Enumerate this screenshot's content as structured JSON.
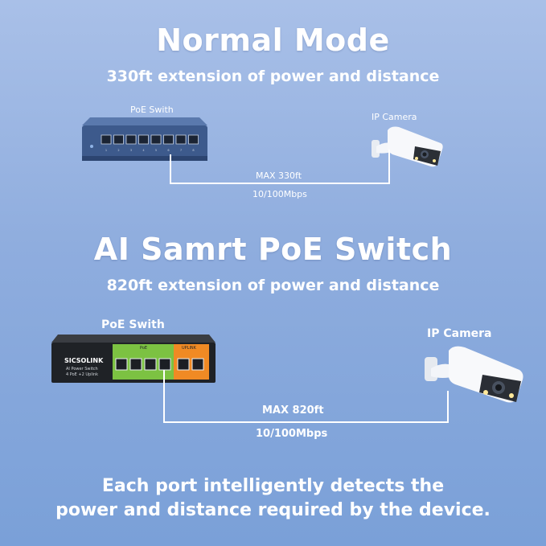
{
  "normal": {
    "title": "Normal Mode",
    "subtitle": "330ft extension of power and distance",
    "switch_label": "PoE Swith",
    "camera_label": "IP Camera",
    "distance": "MAX 330ft",
    "speed": "10/100Mbps",
    "port_numbers": [
      "1",
      "2",
      "3",
      "4",
      "5",
      "6",
      "7",
      "8"
    ]
  },
  "ai": {
    "title": "AI Samrt PoE Switch",
    "subtitle": "820ft extension of power and distance",
    "switch_label": "PoE Swith",
    "camera_label": "IP Camera",
    "distance": "MAX 820ft",
    "speed": "10/100Mbps",
    "brand": "SICSOLINK",
    "product_line1": "AI Power Switch",
    "product_line2": "4 PoE +2 Uplink",
    "poe_label": "PoE",
    "uplink_label": "UPLINK"
  },
  "footer": {
    "line1": "Each port intelligently detects the",
    "line2": "power and distance required by the device."
  },
  "colors": {
    "background_top": "#a9c0e8",
    "background_bottom": "#7aa0d8",
    "text": "#ffffff",
    "poe_green": "#7cc242",
    "uplink_orange": "#f08a24",
    "switch_blue": "#3d5a8c"
  }
}
